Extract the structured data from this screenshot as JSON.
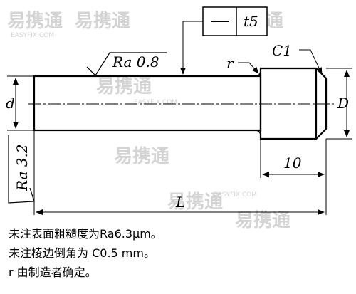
{
  "tolerance_frame": {
    "symbol": "—",
    "value": "t5"
  },
  "surface_finish_main": "Ra 0.8",
  "surface_finish_side": "Ra 3.2",
  "labels": {
    "r": "r",
    "chamfer": "C1",
    "d": "d",
    "D": "D",
    "head_length": "10",
    "total_length": "L"
  },
  "watermark": {
    "logo": "易携通",
    "url": "EASYFIX.COM"
  },
  "notes": [
    "未注表面粗糙度为Ra6.3μm。",
    "未注棱边倒角为 C0.5 mm。",
    "r 由制造者确定。"
  ]
}
